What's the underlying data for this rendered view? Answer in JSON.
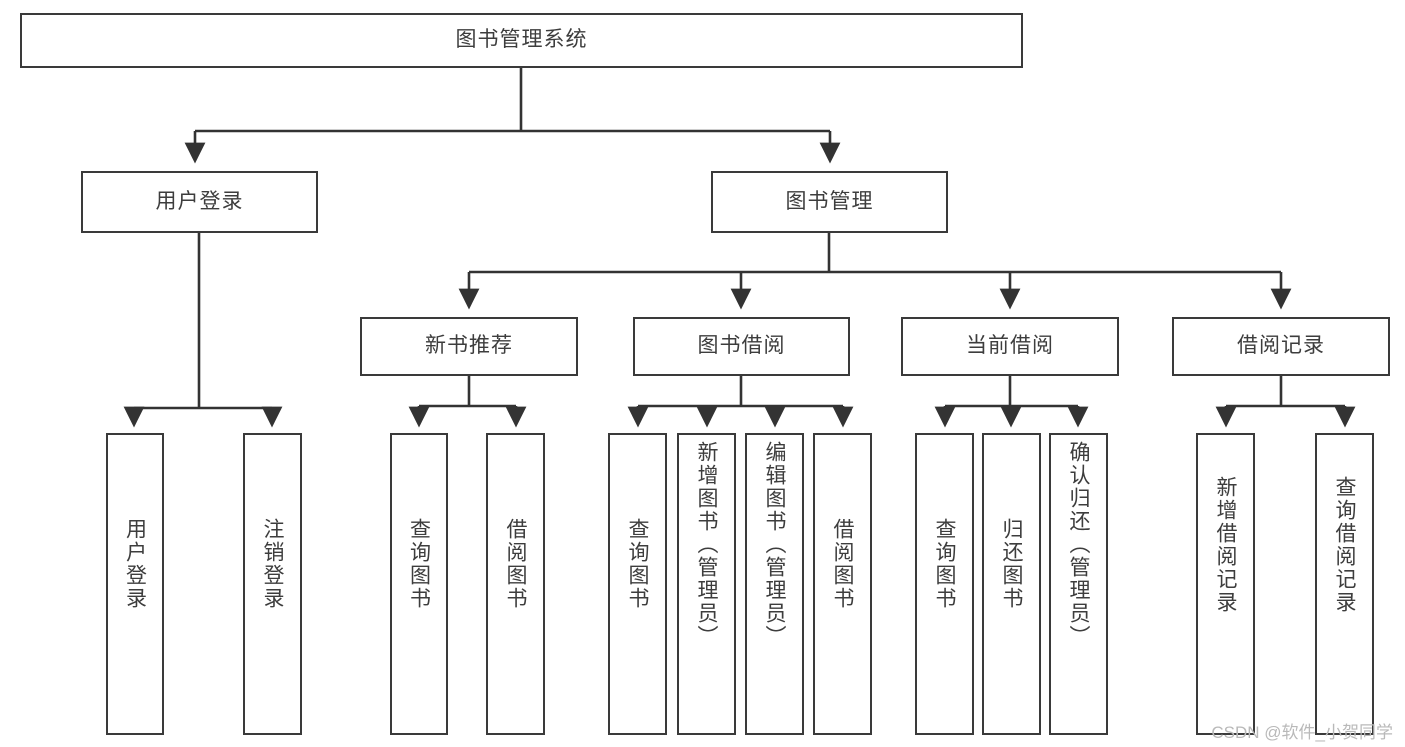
{
  "diagram": {
    "title": "图书管理系统",
    "watermark": "CSDN @软件_小贺同学",
    "colors": {
      "background": "#ffffff",
      "node_border": "#3a3a3a",
      "node_fill": "#ffffff",
      "edge": "#333333",
      "text": "#3d3d3d",
      "watermark": "#b9b9b9"
    },
    "nodes": {
      "root": {
        "label": "图书管理系统"
      },
      "level2": [
        {
          "id": "user-login",
          "label": "用户登录"
        },
        {
          "id": "book-management",
          "label": "图书管理"
        }
      ],
      "level3": [
        {
          "id": "new-book-recommend",
          "label": "新书推荐"
        },
        {
          "id": "book-borrow",
          "label": "图书借阅"
        },
        {
          "id": "current-borrow",
          "label": "当前借阅"
        },
        {
          "id": "borrow-record",
          "label": "借阅记录"
        }
      ],
      "leaves": {
        "user_login": [
          {
            "id": "leaf-user-login",
            "label": "用户登录"
          },
          {
            "id": "leaf-logout-login",
            "label": "注销登录"
          }
        ],
        "new_book_recommend": [
          {
            "id": "leaf-query-book-1",
            "label": "查询图书"
          },
          {
            "id": "leaf-borrow-book-1",
            "label": "借阅图书"
          }
        ],
        "book_borrow": [
          {
            "id": "leaf-query-book-2",
            "label": "查询图书"
          },
          {
            "id": "leaf-add-book-admin",
            "label": "新增图书（管理员）"
          },
          {
            "id": "leaf-edit-book-admin",
            "label": "编辑图书（管理员）"
          },
          {
            "id": "leaf-borrow-book-2",
            "label": "借阅图书"
          }
        ],
        "current_borrow": [
          {
            "id": "leaf-query-book-3",
            "label": "查询图书"
          },
          {
            "id": "leaf-return-book",
            "label": "归还图书"
          },
          {
            "id": "leaf-confirm-return-admin",
            "label": "确认归还（管理员）"
          }
        ],
        "borrow_record": [
          {
            "id": "leaf-add-borrow-record",
            "label": "新增借阅记录"
          },
          {
            "id": "leaf-query-borrow-record",
            "label": "查询借阅记录"
          }
        ]
      }
    }
  }
}
